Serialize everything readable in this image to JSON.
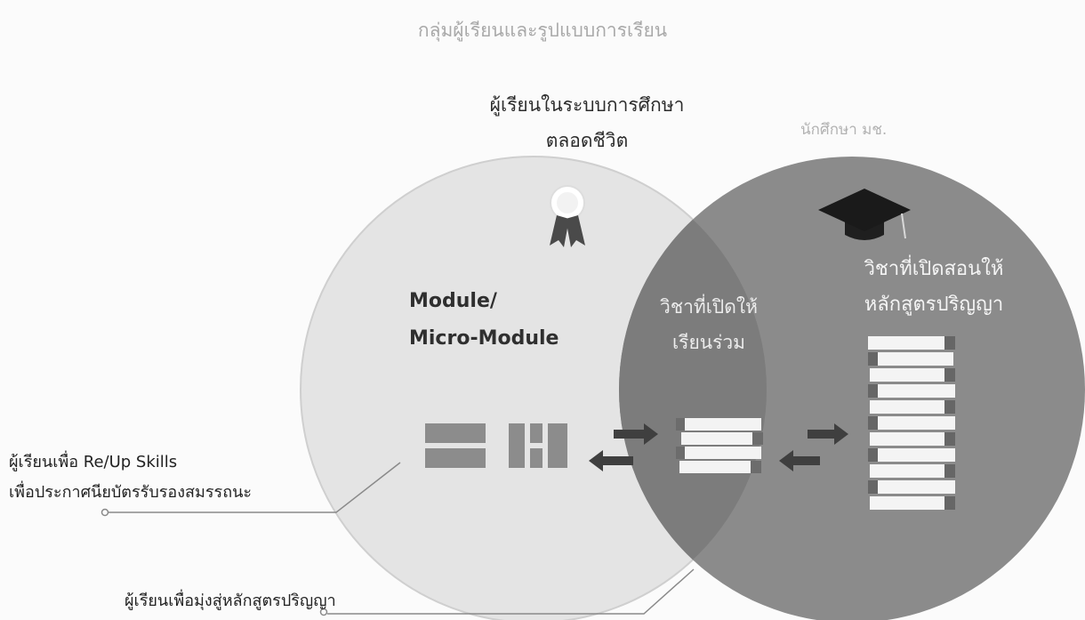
{
  "diagram": {
    "title": "กลุ่มผู้เรียนและรูปแบบการเรียน",
    "lifelong_label_line1": "ผู้เรียนในระบบการศึกษา",
    "lifelong_label_line2": "ตลอดชีวิต",
    "university_label": "นักศึกษา มช.",
    "module_label_line1": "Module/",
    "module_label_line2": "Micro-Module",
    "shared_label_line1": "วิชาที่เปิดให้",
    "shared_label_line2": "เรียนร่วม",
    "degree_label_line1": "วิชาที่เปิดสอนให้",
    "degree_label_line2": "หลักสูตรปริญญา",
    "reup_label_line1": "ผู้เรียนเพื่อ Re/Up Skills",
    "reup_label_line2": "เพื่อประกาศนียบัตรรับรองสมรรถนะ",
    "to_degree_label": "ผู้เรียนเพื่อมุ่งสู่หลักสูตรปริญญา"
  },
  "icons": {
    "award": "award-ribbon-icon",
    "graduation_cap": "graduation-cap-icon",
    "module_blocks": "module-blocks-icon",
    "book_stack": "book-stack-icon",
    "arrows": "double-arrow-icon"
  },
  "colors": {
    "left_circle": "#e5e5e5",
    "right_circle": "#8a8a8a",
    "overlap": "#7b7b7b",
    "book_spine": "#6f6f6f",
    "page_white": "#f7f7f7",
    "title_text": "#a9a9a9",
    "dark_text": "#2c2c2c"
  }
}
